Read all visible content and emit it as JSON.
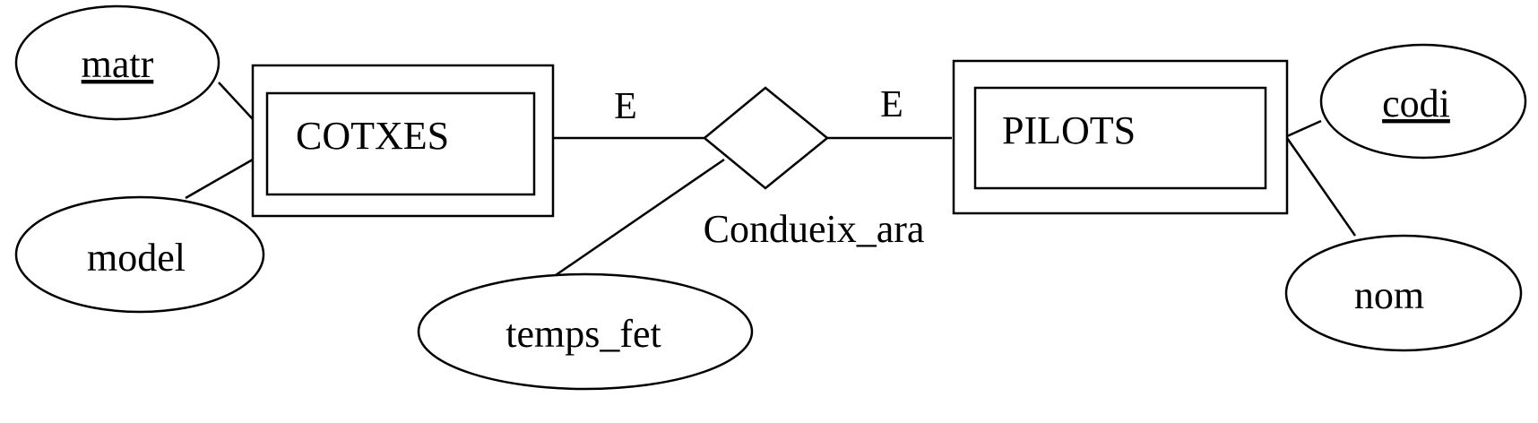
{
  "diagram": {
    "entities": {
      "cotxes": {
        "label": "COTXES"
      },
      "pilots": {
        "label": "PILOTS"
      }
    },
    "relationship": {
      "label": "Condueix_ara",
      "attribute": "temps_fet",
      "cardinality_left": "E",
      "cardinality_right": "E"
    },
    "attributes": {
      "matr": {
        "label": "matr",
        "key": true
      },
      "model": {
        "label": "model",
        "key": false
      },
      "codi": {
        "label": "codi",
        "key": true
      },
      "nom": {
        "label": "nom",
        "key": false
      }
    }
  }
}
